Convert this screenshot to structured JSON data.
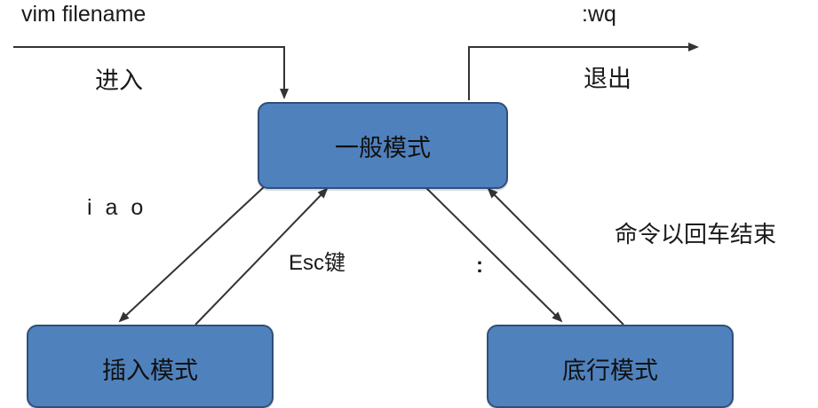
{
  "labels": {
    "enter_command": "vim filename",
    "enter": "进入",
    "exit_command": ":wq",
    "exit": "退出",
    "to_insert_keys": "i a o",
    "to_normal_from_insert": "Esc键",
    "to_cmdline_key": ":",
    "cmdline_end": "命令以回车结束"
  },
  "nodes": {
    "normal_mode": "一般模式",
    "insert_mode": "插入模式",
    "cmdline_mode": "底行模式"
  },
  "colors": {
    "box_fill": "#4f81bd",
    "box_border": "#2f4f7a",
    "line": "#333333"
  }
}
